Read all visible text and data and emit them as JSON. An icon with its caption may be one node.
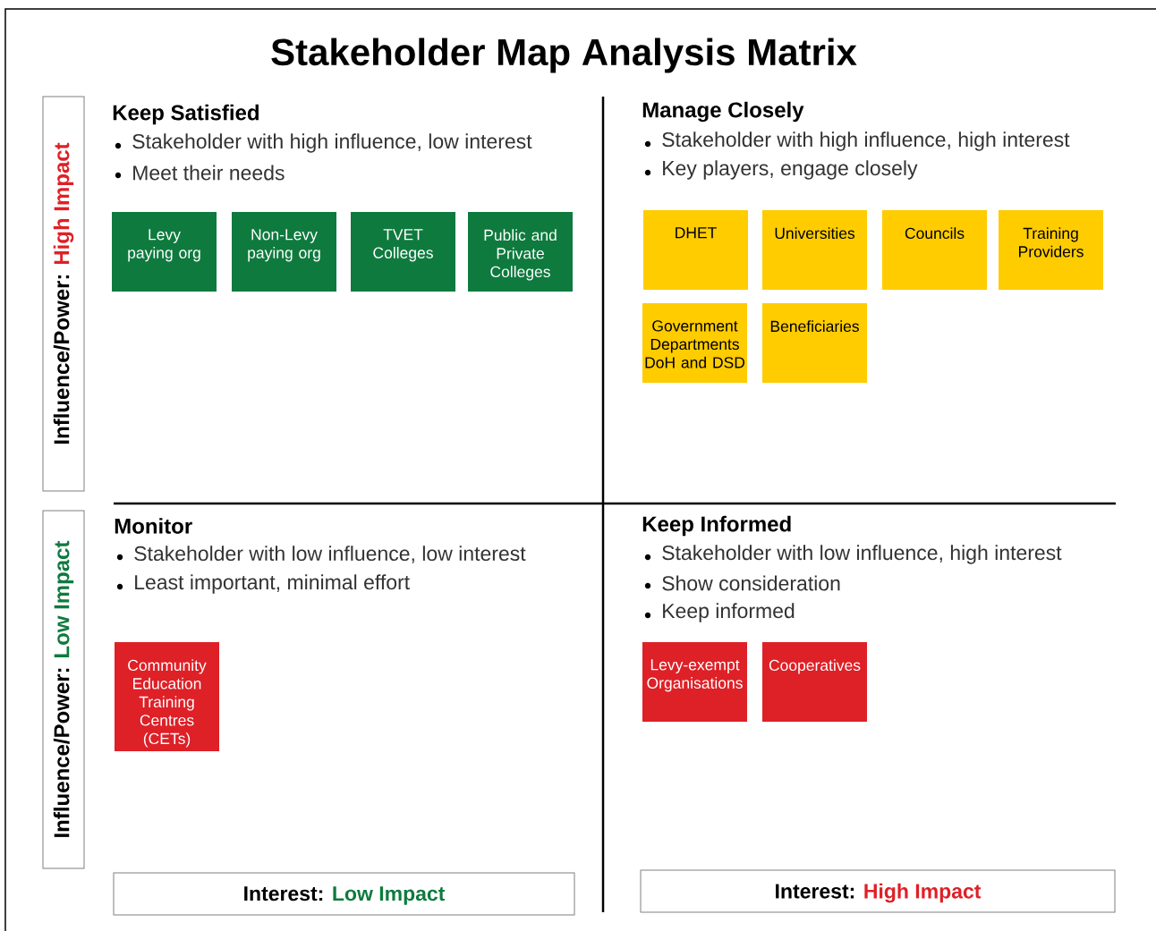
{
  "diagram": {
    "title": "Stakeholder Map Analysis Matrix",
    "nodes": [
      {
        "text": [
          "Influence/Power:",
          "High Impact"
        ]
      },
      {
        "text": [
          "Influence/Power:",
          "Low Impact"
        ]
      },
      {
        "text": [
          "Levy paying org"
        ]
      },
      {
        "text": [
          "Non-Levy paying org"
        ]
      },
      {
        "text": [
          "TVET Colleges"
        ]
      },
      {
        "text": [
          "Public and Private Colleges"
        ]
      },
      {
        "text": [
          "DHET"
        ]
      },
      {
        "text": [
          "Universities"
        ]
      },
      {
        "text": [
          "Councils"
        ]
      },
      {
        "text": [
          "Training Providers"
        ]
      },
      {
        "text": [
          "Government Departments DoH and DSD"
        ]
      },
      {
        "text": [
          "Beneficiaries"
        ]
      },
      {
        "text": [
          "Community Education Training Centres (CETs)"
        ]
      },
      {
        "text": [
          "Levy-exempt Organisations"
        ]
      },
      {
        "text": [
          "Cooperatives"
        ]
      },
      {
        "text": [
          "Interest:",
          "Low Impact"
        ]
      },
      {
        "text": [
          "Interest:",
          "High Impact"
        ]
      }
    ],
    "edges": [],
    "labels": [
      "Keep Satisfied",
      "Stakeholder with high influence, low interest",
      "Meet their needs",
      "Manage Closely",
      "Stakeholder with high influence, high interest",
      "Key players, engage closely",
      "Monitor",
      "Stakeholder with low influence, low interest",
      "Least important, minimal effort",
      "Keep Informed",
      "Stakeholder with low influence, high interest",
      "Show consideration",
      "Keep informed"
    ]
  }
}
